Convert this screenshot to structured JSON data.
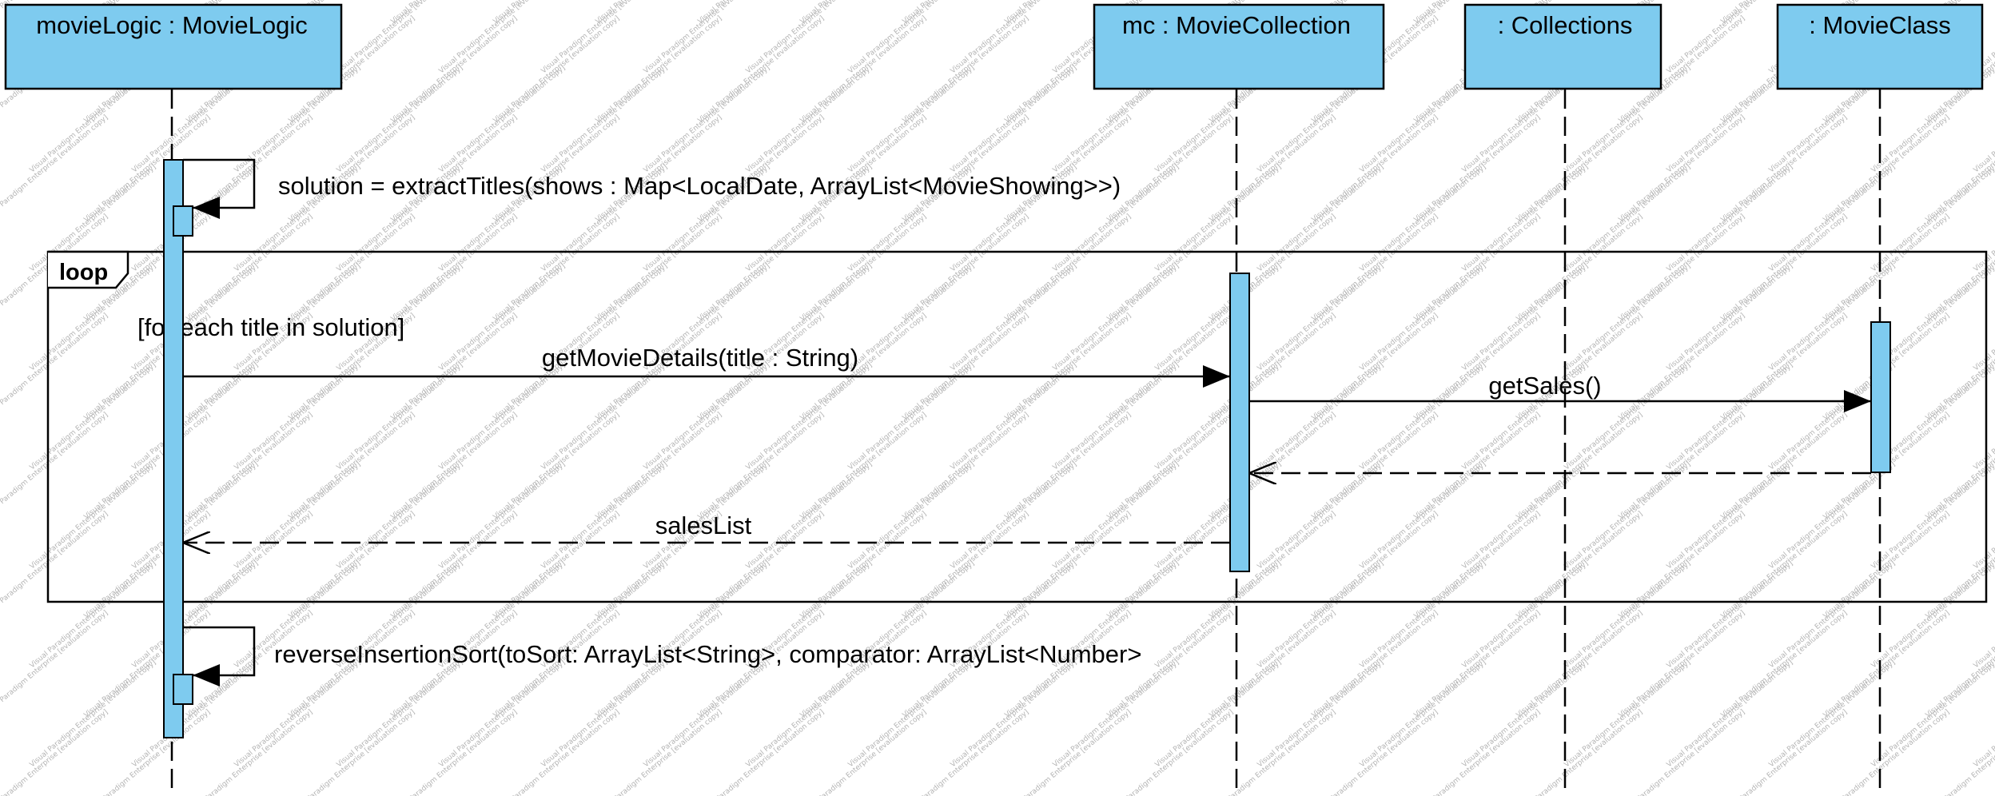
{
  "lifelines": [
    {
      "id": "movieLogic",
      "label": "movieLogic : MovieLogic"
    },
    {
      "id": "mc",
      "label": "mc : MovieCollection"
    },
    {
      "id": "collections",
      "label": ": Collections"
    },
    {
      "id": "movieClass",
      "label": ": MovieClass"
    }
  ],
  "messages": {
    "extract_titles": "solution = extractTitles(shows : Map<LocalDate, ArrayList<MovieShowing>>)",
    "get_movie_details": "getMovieDetails(title : String)",
    "get_sales": "getSales()",
    "sales_list": "salesList",
    "reverse_insertion_sort": "reverseInsertionSort(toSort: ArrayList<String>, comparator: ArrayList<Number>"
  },
  "fragment": {
    "operator": "loop",
    "guard": "[for each title in solution]"
  },
  "watermark": "Visual Paradigm Enterprise [evaluation copy]",
  "colors": {
    "lifeline_fill": "#7ecbef",
    "line": "#000000",
    "watermark": "#b4b4b4"
  }
}
